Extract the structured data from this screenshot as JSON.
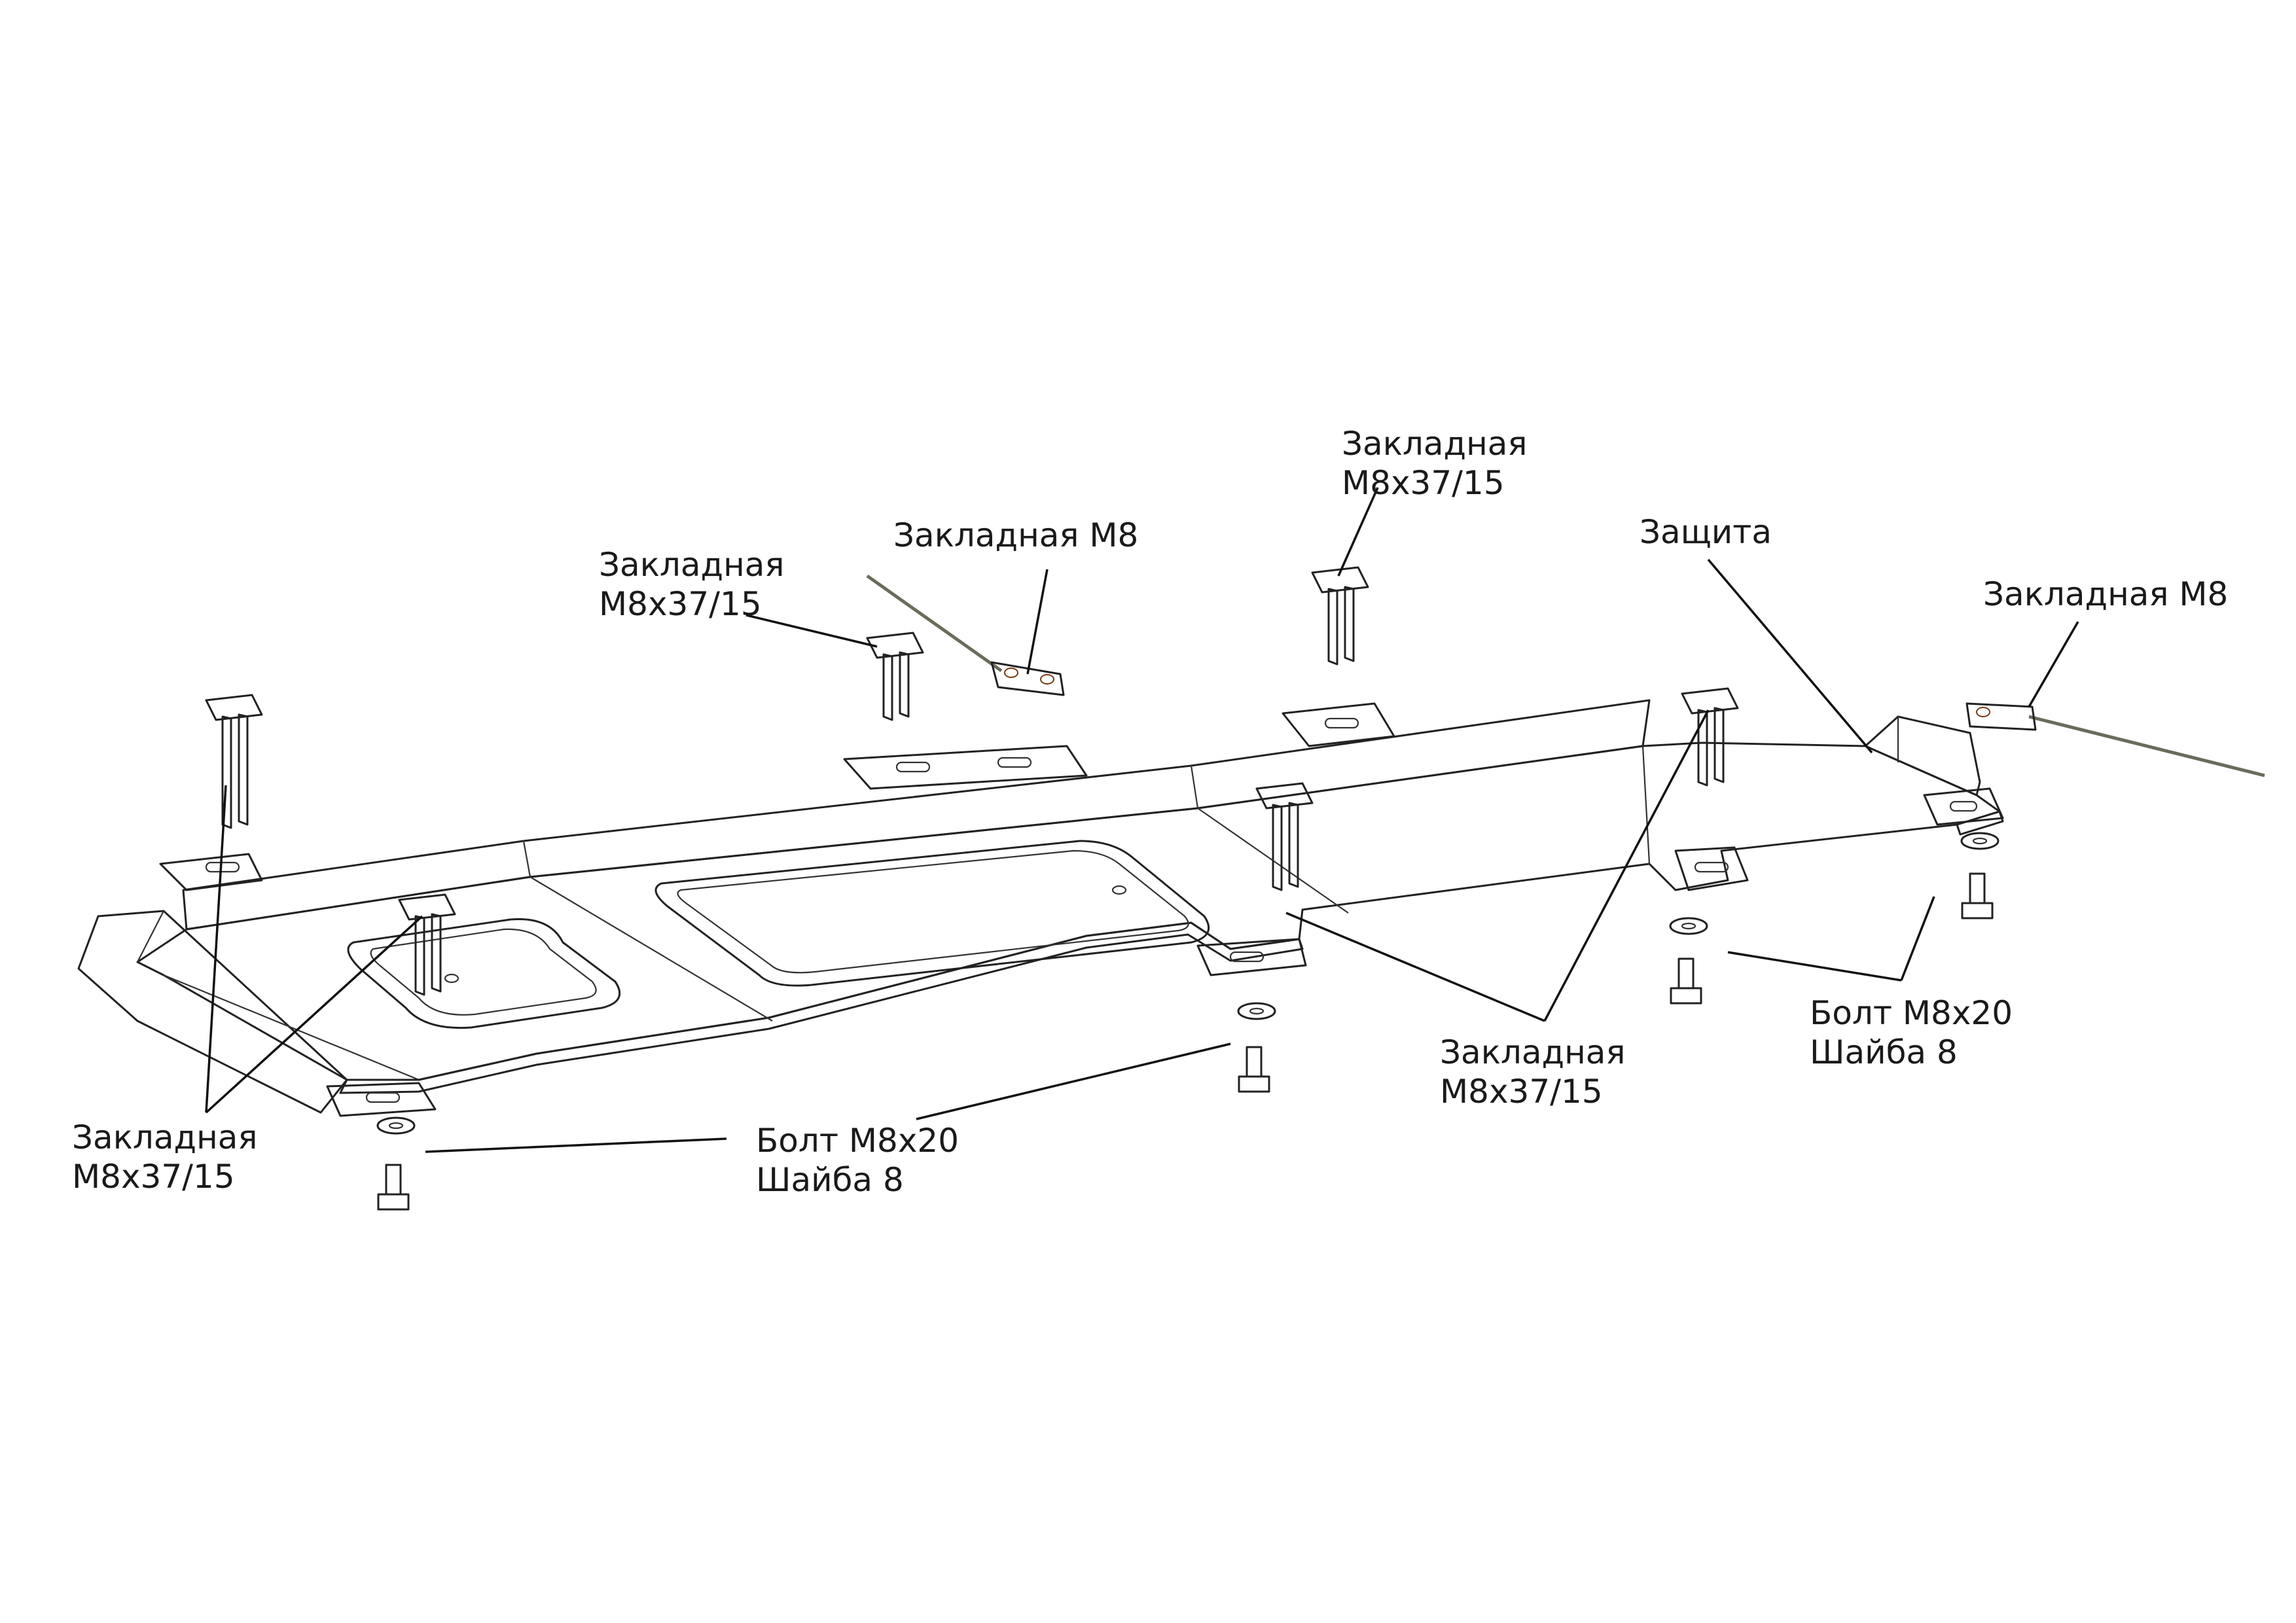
{
  "labels": {
    "insert_left_top": [
      "Закладная",
      "М8х37/15"
    ],
    "insert_m8_center": [
      "Закладная М8"
    ],
    "insert_center_top": [
      "Закладная",
      "М8х37/15"
    ],
    "shield": [
      "Защита"
    ],
    "insert_m8_right": [
      "Закладная М8"
    ],
    "bolt_right": [
      "Болт М8х20",
      "Шайба 8"
    ],
    "insert_center_bottom": [
      "Закладная",
      "М8х37/15"
    ],
    "bolt_center": [
      "Болт М8х20",
      "Шайба 8"
    ],
    "insert_left_bottom": [
      "Закладная",
      "М8х37/15"
    ]
  },
  "colors": {
    "plate_fill": "#f7f7f7",
    "plate_side": "#d9d9d9",
    "plate_wall": "#e6e6e6",
    "insert_m8_fill": "#e8874a",
    "insert_m8_edge": "#7a3a12",
    "line": "#111111"
  }
}
